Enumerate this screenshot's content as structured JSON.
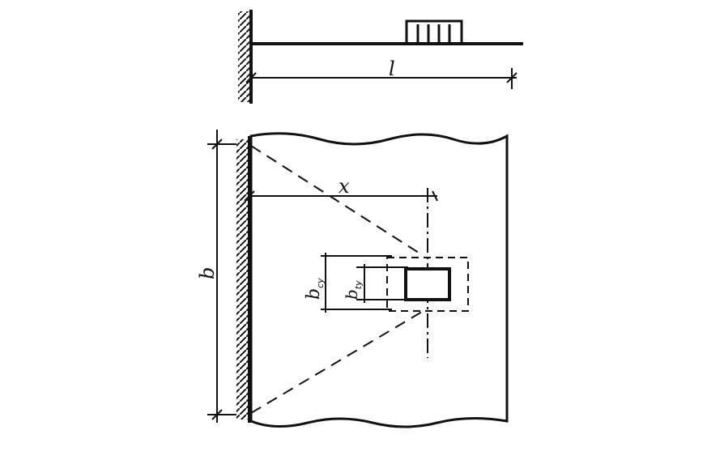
{
  "labels": {
    "span": "l",
    "width": "b",
    "distance": "x",
    "b_cy_main": "b",
    "b_cy_sub": "cy",
    "b_ty_main": "b",
    "b_ty_sub": "ty"
  },
  "colors": {
    "stroke": "#111111",
    "background": "#ffffff"
  }
}
